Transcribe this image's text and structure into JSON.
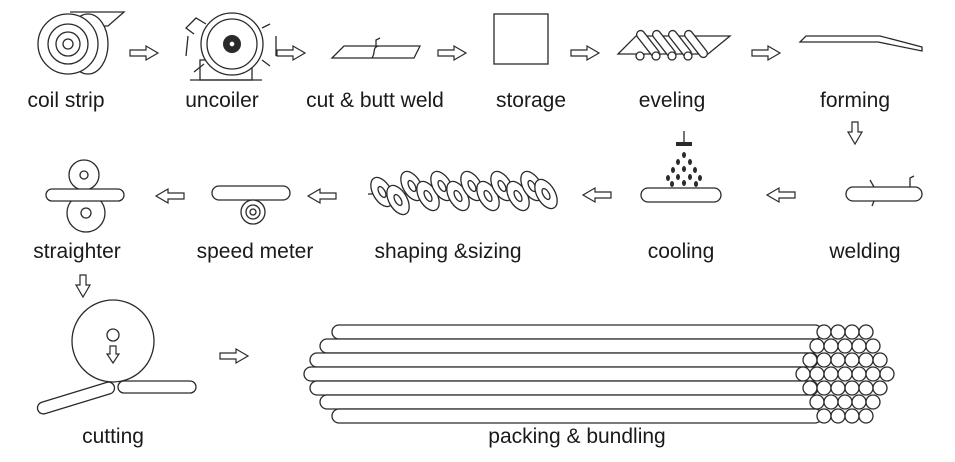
{
  "steps": {
    "coil_strip": "coil strip",
    "uncoiler": "uncoiler",
    "cut_butt_weld": "cut & butt weld",
    "storage": "storage",
    "eveling": "eveling",
    "forming": "forming",
    "welding": "welding",
    "cooling": "cooling",
    "shaping_sizing": "shaping &sizing",
    "speed_meter": "speed meter",
    "straighter": "straighter",
    "cutting": "cutting",
    "packing_bundling": "packing & bundling"
  },
  "colors": {
    "line": "#2a2a2a",
    "background": "#ffffff",
    "text": "#1a1a1a"
  }
}
